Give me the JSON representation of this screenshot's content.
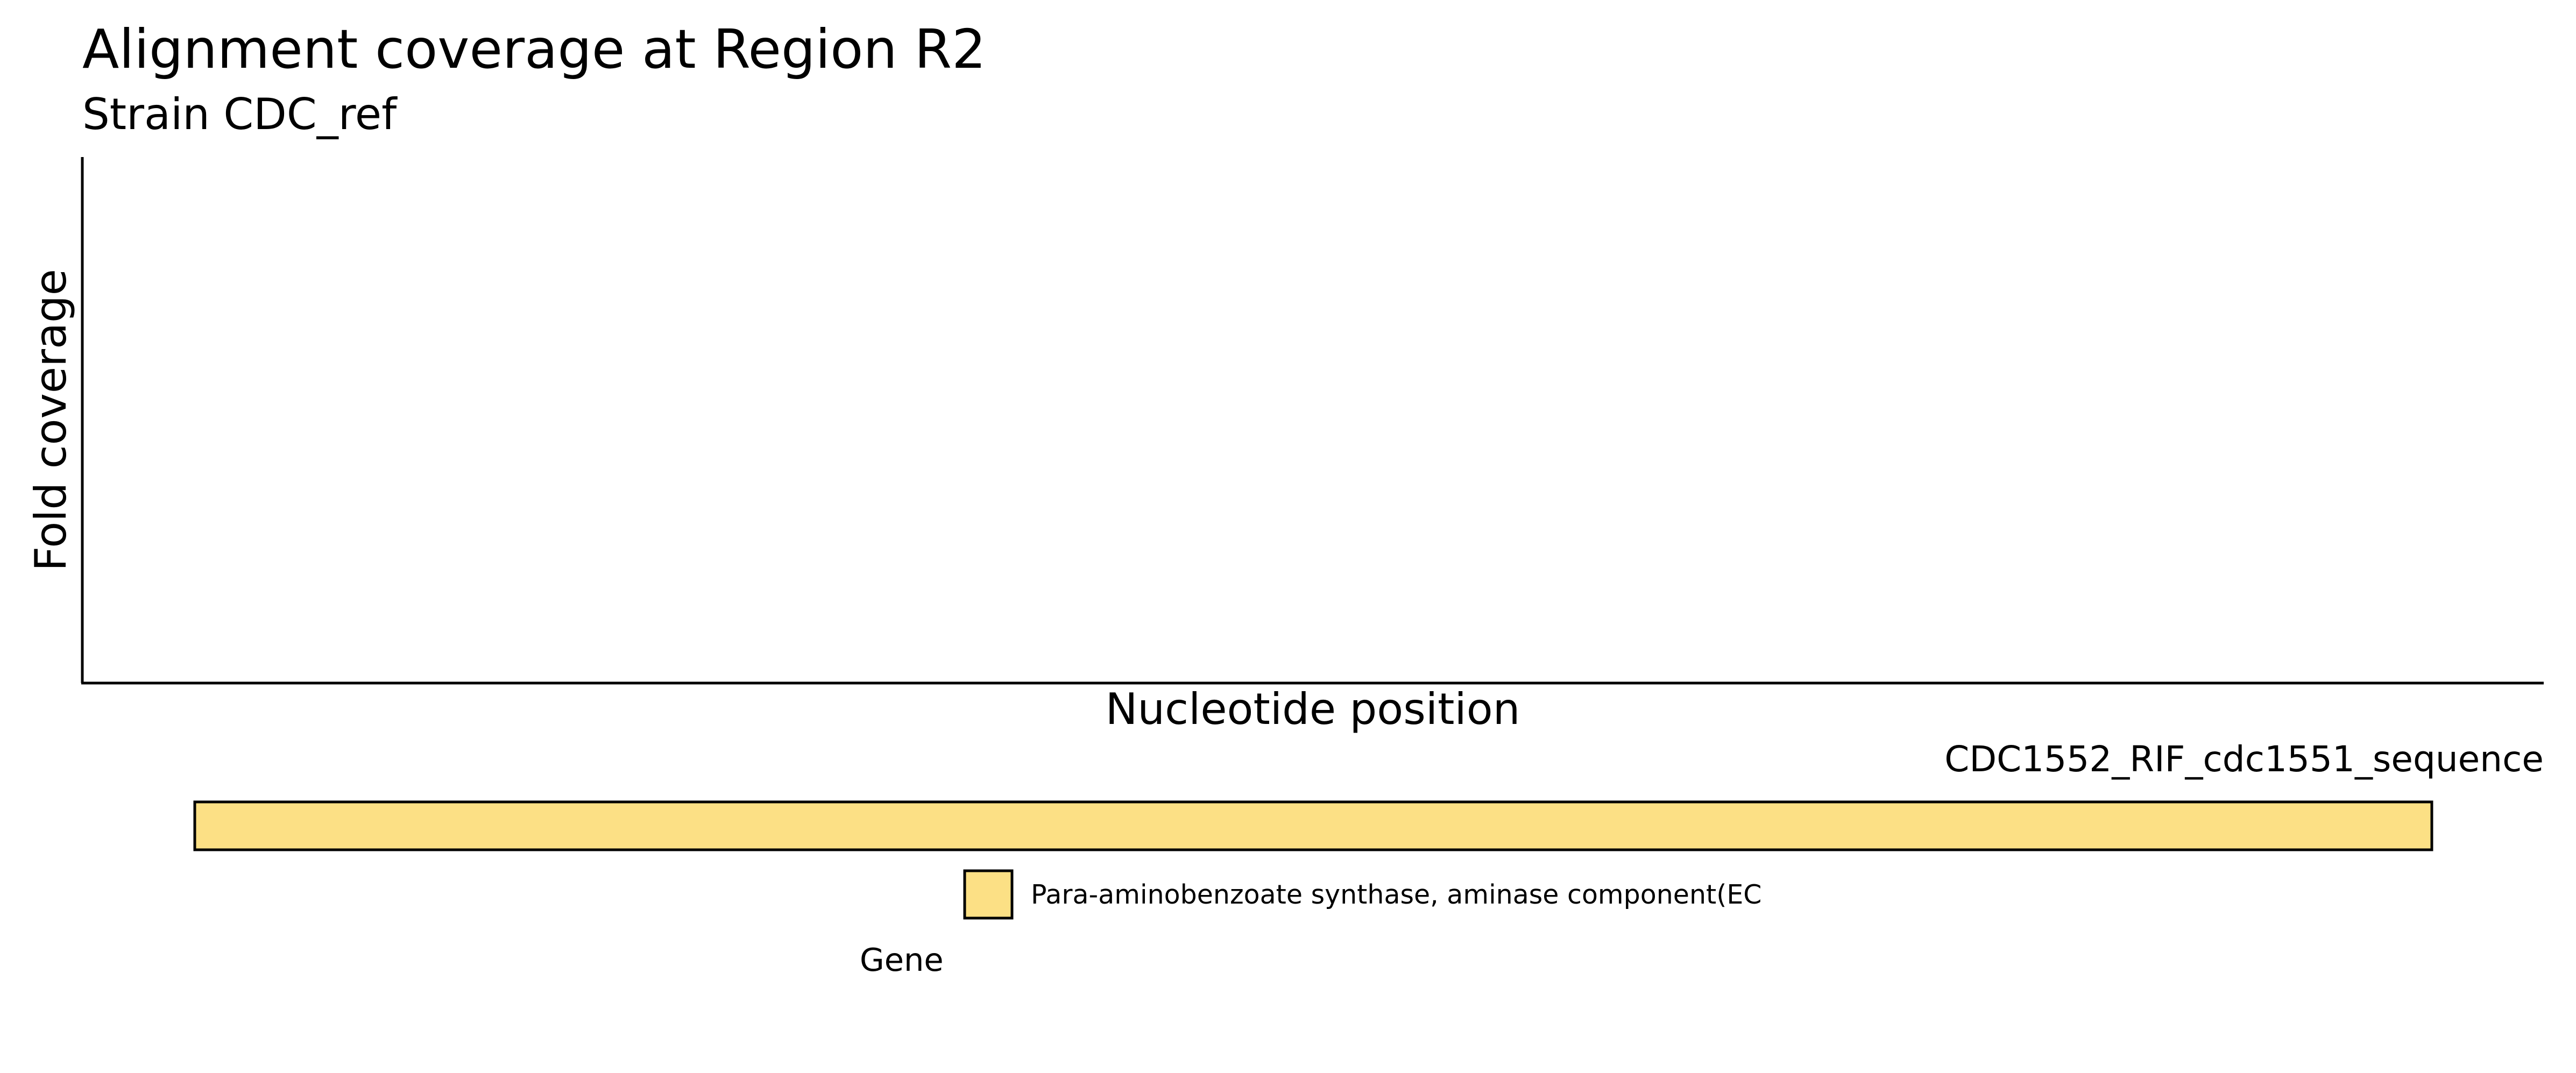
{
  "chart_data": {
    "type": "area",
    "title": "Alignment coverage at Region R2",
    "subtitle": "Strain CDC_ref",
    "xlabel": "Nucleotide position",
    "ylabel": "Fold coverage",
    "series": [],
    "grid": false,
    "track": {
      "sequence_label": "CDC1552_RIF_cdc1551_sequence",
      "features": [
        {
          "type": "gene",
          "label": "Para-aminobenzoate synthase, aminase component(EC",
          "color": "#fce085"
        }
      ],
      "legend": {
        "title": "Gene",
        "placement": "bottom-center",
        "entries": [
          {
            "label": "Para-aminobenzoate synthase, aminase component(EC",
            "color": "#fce085"
          }
        ]
      }
    }
  },
  "colors": {
    "gene_fill": "#fce085",
    "outline": "#000000",
    "background": "#ffffff"
  }
}
